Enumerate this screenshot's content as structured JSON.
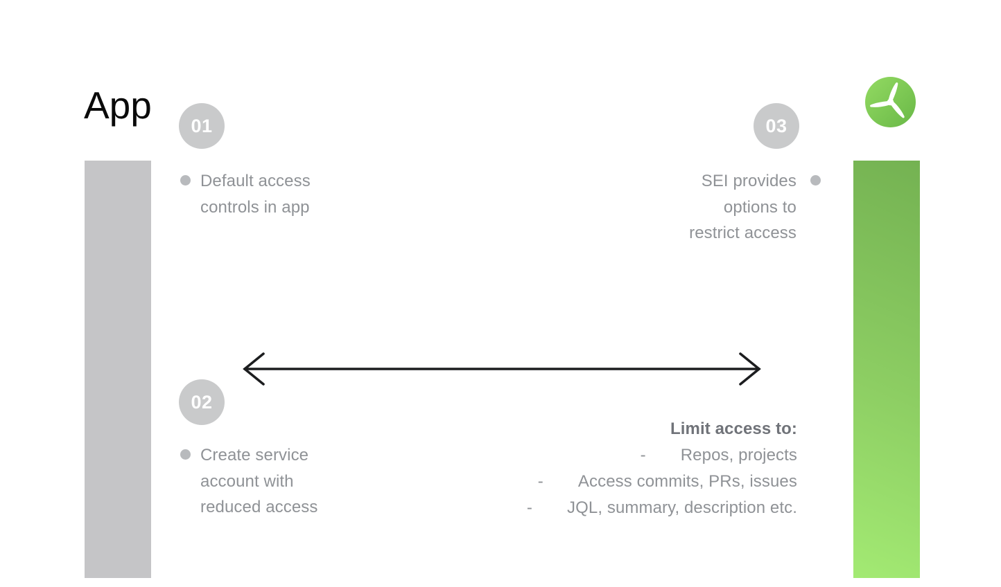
{
  "title": "App",
  "logo": {
    "name": "SEI propeller logo",
    "gradient_start": "#93da62",
    "gradient_end": "#69b847"
  },
  "steps": [
    {
      "number": "01",
      "lines": [
        "Default access",
        "controls in app"
      ]
    },
    {
      "number": "02",
      "lines": [
        "Create service",
        "account with",
        "reduced access"
      ]
    },
    {
      "number": "03",
      "lines": [
        "SEI provides",
        "options to",
        "restrict access"
      ]
    }
  ],
  "limit_list": {
    "heading": "Limit access to:",
    "dash": "-",
    "items": [
      "Repos, projects",
      "Access commits, PRs, issues",
      "JQL, summary, description etc."
    ]
  },
  "colors": {
    "left_bar": "#c5c5c7",
    "green_bar_top": "#74b252",
    "green_bar_bottom": "#a3ea73",
    "step_badge": "#c9cacb",
    "body_text": "#8f9296",
    "heading_text": "#707379",
    "bullet": "#b8babd",
    "arrow": "#1c1d1f"
  }
}
